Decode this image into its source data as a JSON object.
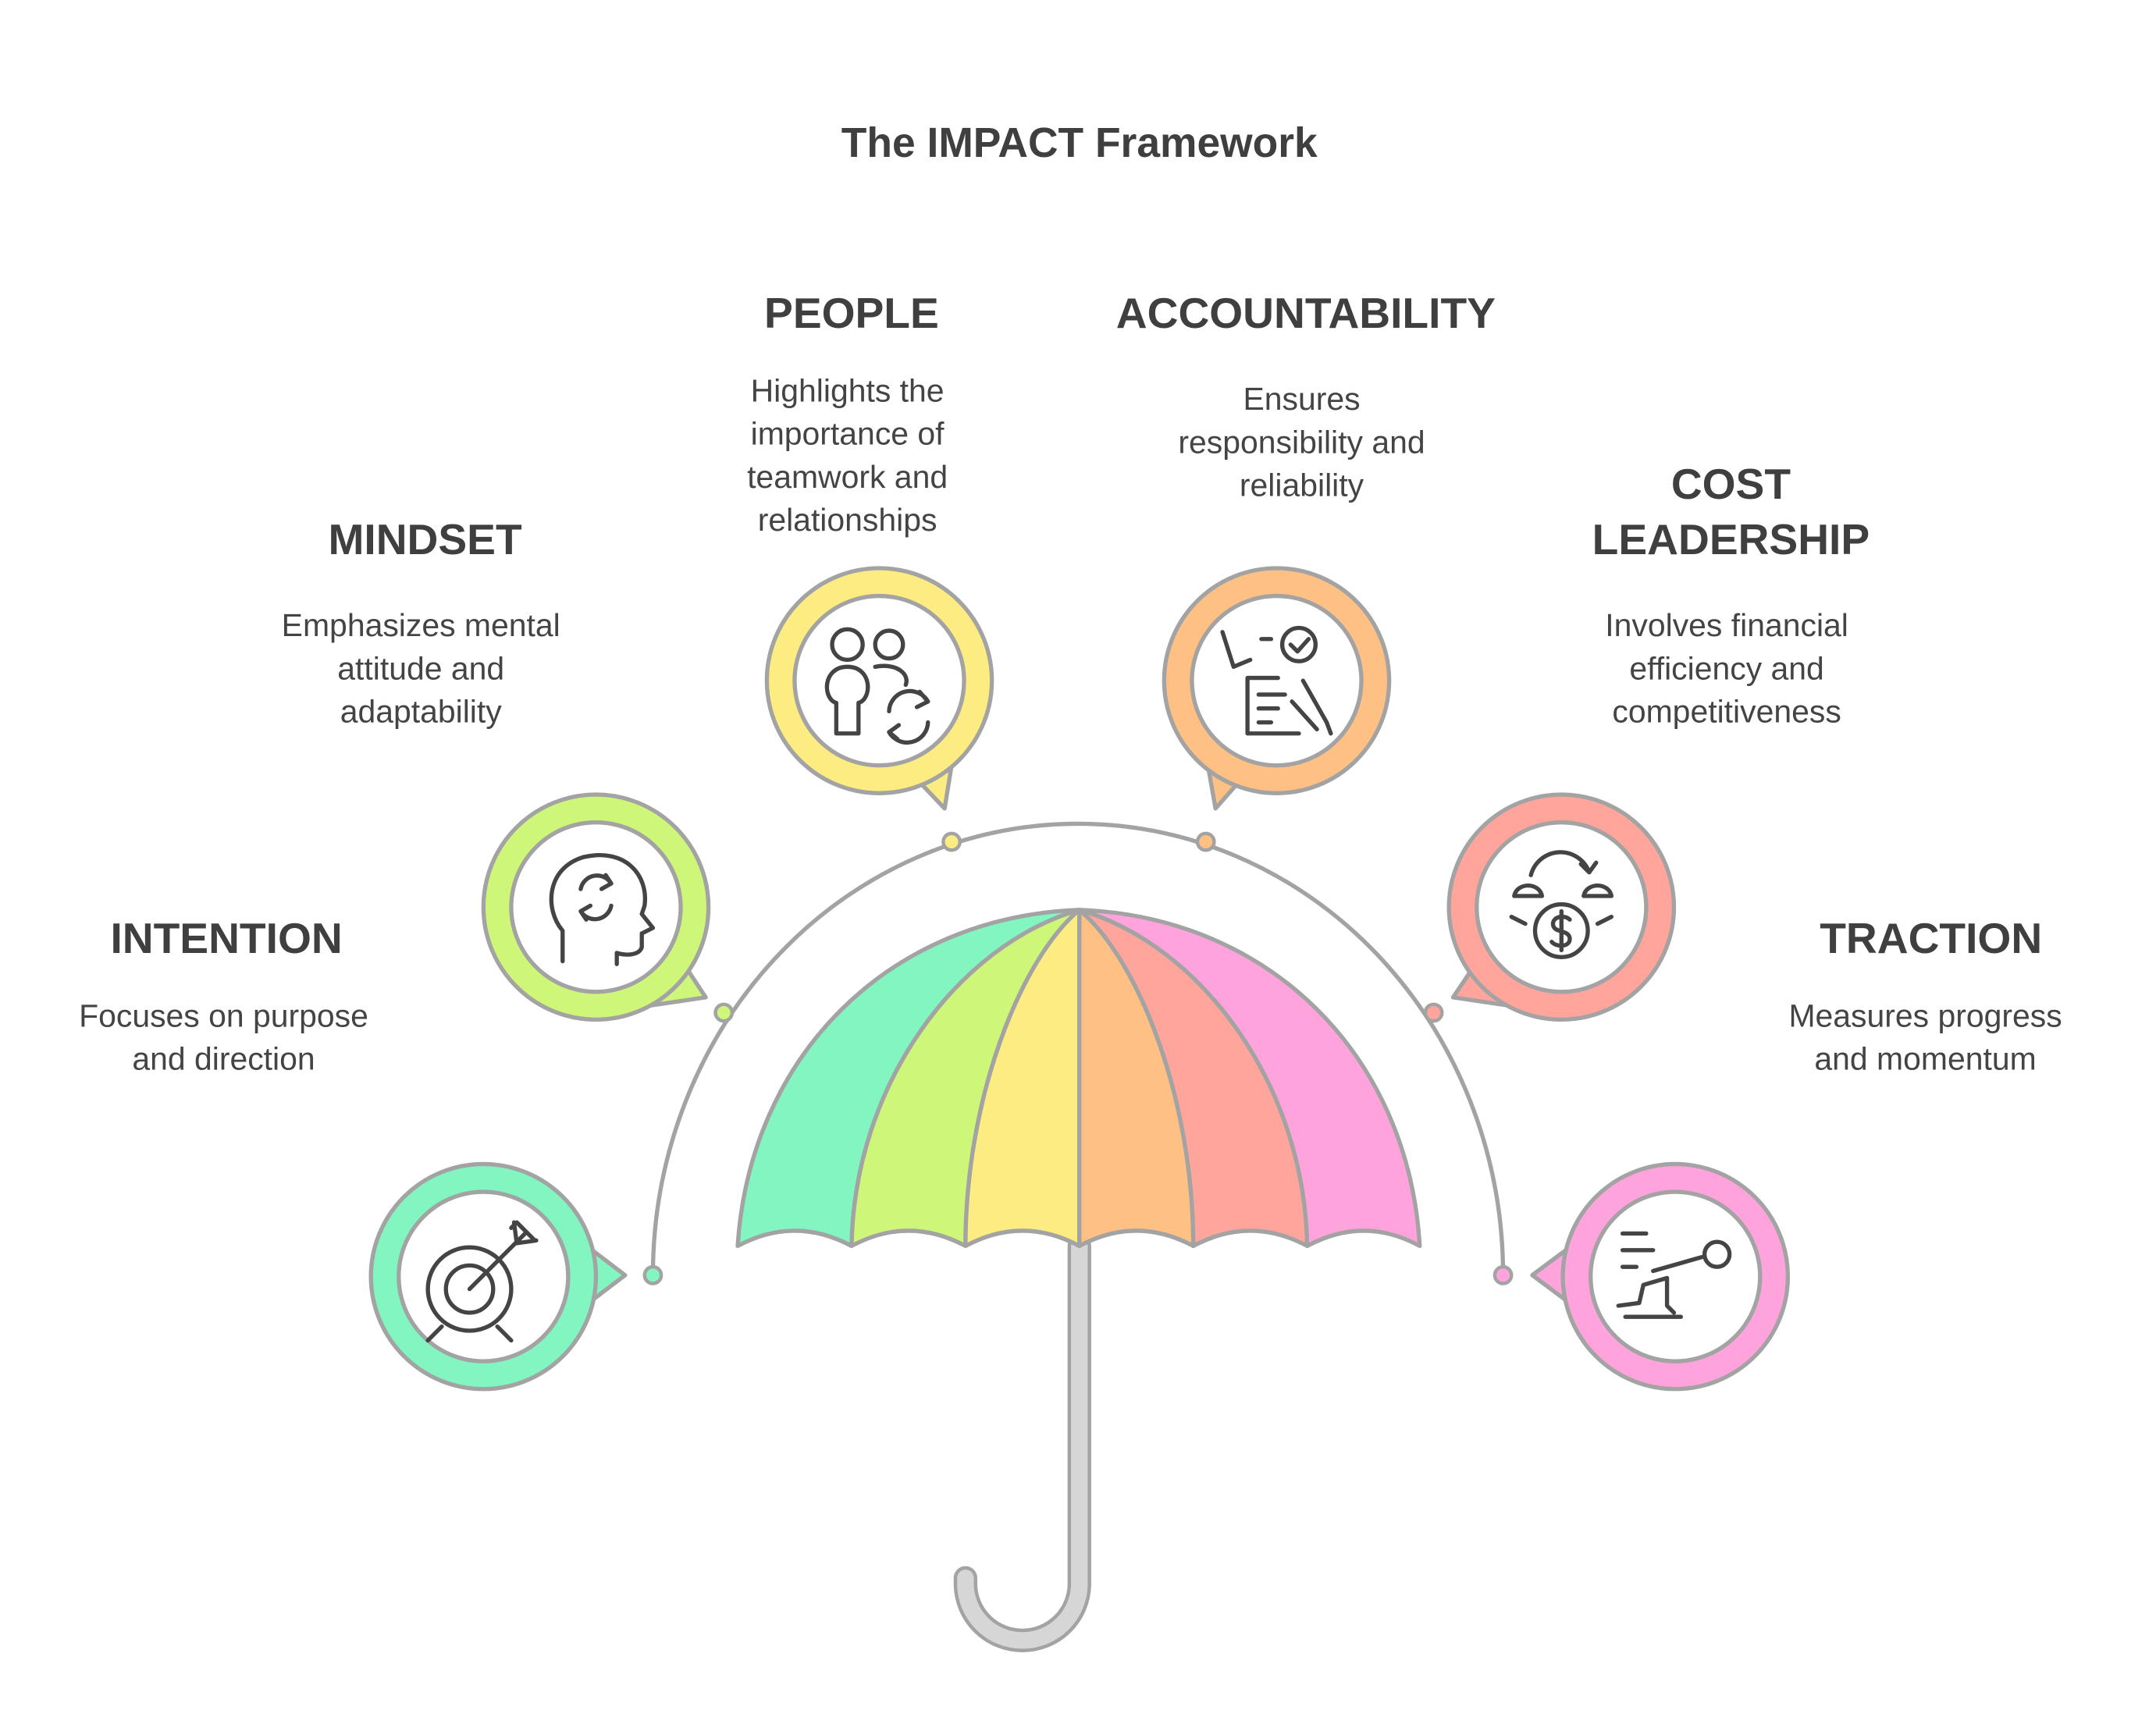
{
  "title": "The IMPACT Framework",
  "colors": {
    "intention": "#82f5c0",
    "mindset": "#cef77a",
    "people": "#fdec82",
    "accountability": "#ffc084",
    "cost": "#ffa59b",
    "traction": "#ffa3dc",
    "outline": "#a3a3a3",
    "handle": "#d6d6d6"
  },
  "items": [
    {
      "title": "INTENTION",
      "desc": [
        "Focuses on purpose",
        "and direction"
      ],
      "icon": "target-icon"
    },
    {
      "title": "MINDSET",
      "desc": [
        "Emphasizes mental",
        "attitude and",
        "adaptability"
      ],
      "icon": "head-arrows-icon"
    },
    {
      "title": "PEOPLE",
      "desc": [
        "Highlights the",
        "importance of",
        "teamwork and",
        "relationships"
      ],
      "icon": "people-cycle-icon"
    },
    {
      "title": "ACCOUNTABILITY",
      "desc": [
        "Ensures",
        "responsibility and",
        "reliability"
      ],
      "icon": "checklist-hands-icon"
    },
    {
      "title_lines": [
        "COST",
        "LEADERSHIP"
      ],
      "desc": [
        "Involves financial",
        "efficiency and",
        "competitiveness"
      ],
      "icon": "money-cycle-icon"
    },
    {
      "title": "TRACTION",
      "desc": [
        "Measures progress",
        "and momentum"
      ],
      "icon": "running-figure-icon"
    }
  ]
}
